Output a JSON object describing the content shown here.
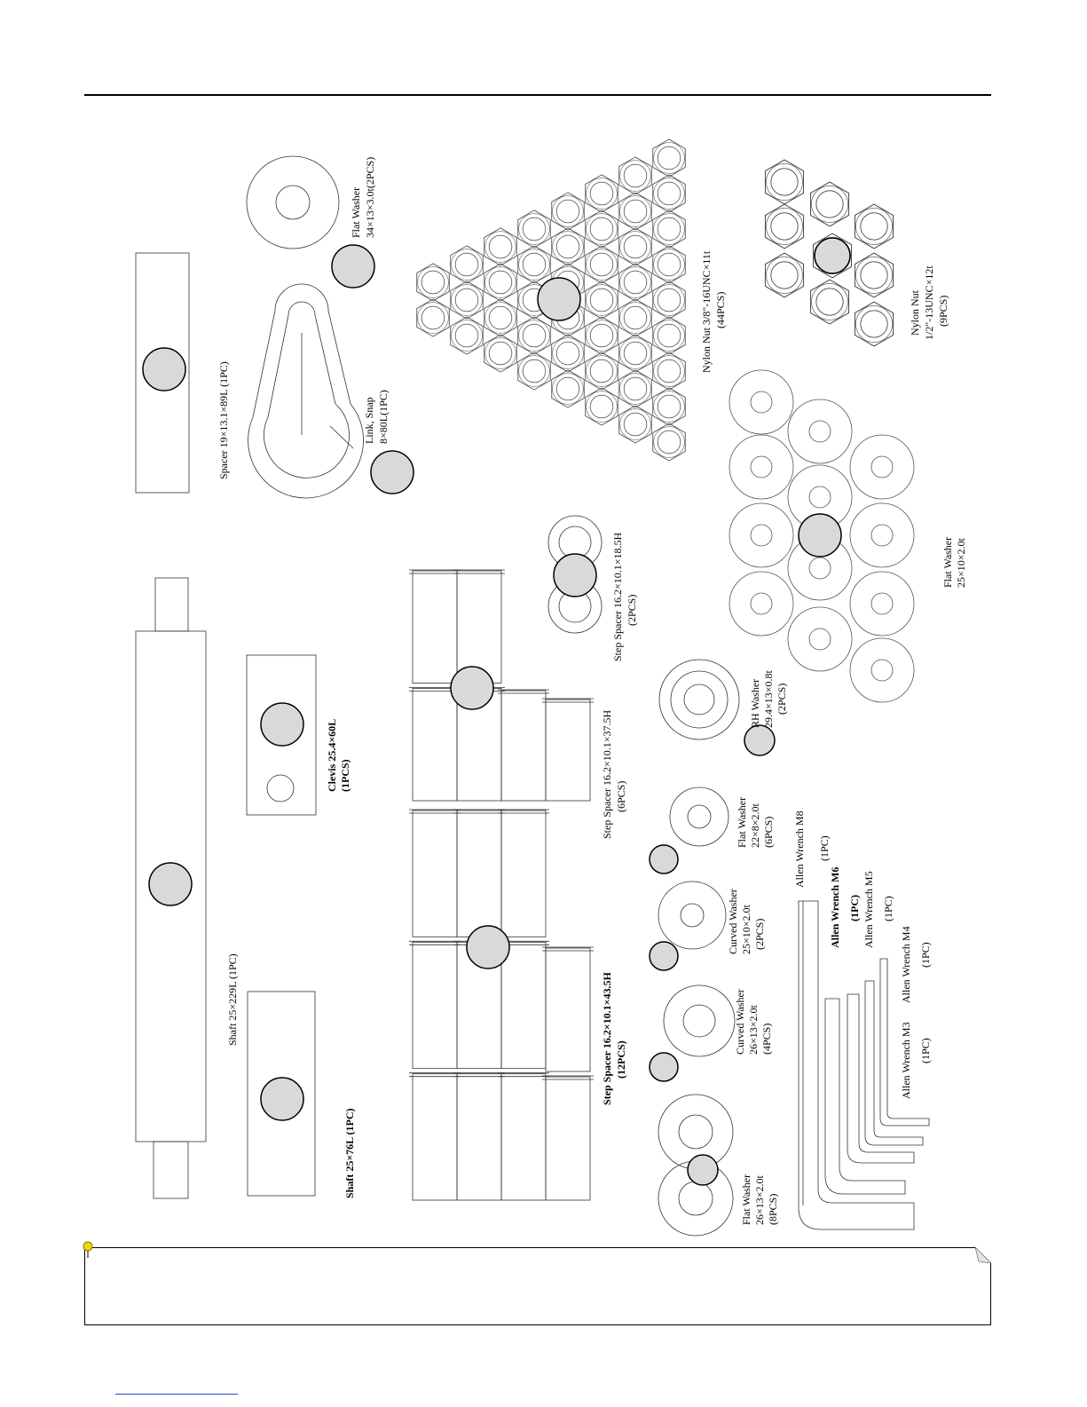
{
  "parts": [
    {
      "id": "shaft-long",
      "name": "Shaft 25×229L (1PC)"
    },
    {
      "id": "shaft-short",
      "name": "Shaft 25×76L (1PC)"
    },
    {
      "id": "spacer",
      "name": "Spacer 19×13.1×89L (1PC)"
    },
    {
      "id": "link-snap",
      "lines": [
        "Link, Snap",
        "8×80L(1PC)"
      ]
    },
    {
      "id": "flat-washer-34",
      "lines": [
        "Flat Washer",
        "34×13×3.0t(2PCS)"
      ]
    },
    {
      "id": "clevis",
      "lines": [
        "Clevis 25.4×60L",
        "(1PCS)"
      ]
    },
    {
      "id": "step-spacer-43",
      "lines": [
        "Step Spacer 16.2×10.1×43.5H",
        "(12PCS)"
      ]
    },
    {
      "id": "step-spacer-37",
      "lines": [
        "Step Spacer 16.2×10.1×37.5H",
        "(6PCS)"
      ]
    },
    {
      "id": "step-spacer-18",
      "lines": [
        "Step Spacer 16.2×10.1×18.5H",
        "(2PCS)"
      ]
    },
    {
      "id": "nylon-nut-38",
      "lines": [
        "Nylon Nut 3/8\"-16UNC×11t",
        "(44PCS)"
      ]
    },
    {
      "id": "nylon-nut-12",
      "lines": [
        "Nylon Nut",
        "1/2\"-13UNC×12t",
        "(9PCS)"
      ]
    },
    {
      "id": "flat-washer-25",
      "lines": [
        "Flat Washer",
        "25×10×2.0t"
      ]
    },
    {
      "id": "rh-washer",
      "lines": [
        "RH Washer",
        "29.4×13×0.8t",
        "(2PCS)"
      ]
    },
    {
      "id": "flat-washer-22",
      "lines": [
        "Flat Washer",
        "22×8×2.0t",
        "(6PCS)"
      ]
    },
    {
      "id": "curved-washer-25",
      "lines": [
        "Curved Washer",
        "25×10×2.0t",
        "(2PCS)"
      ]
    },
    {
      "id": "curved-washer-26",
      "lines": [
        "Curved Washer",
        "26×13×2.0t",
        "(4PCS)"
      ]
    },
    {
      "id": "flat-washer-26",
      "lines": [
        "Flat Washer",
        "26×13×2.0t",
        "(8PCS)"
      ]
    },
    {
      "id": "allen-m8",
      "lines": [
        "Allen Wrench M8",
        "(1PC)"
      ]
    },
    {
      "id": "allen-m6",
      "lines": [
        "Allen Wrench M6",
        "(1PC)"
      ]
    },
    {
      "id": "allen-m5",
      "lines": [
        "Allen Wrench M5",
        "(1PC)"
      ]
    },
    {
      "id": "allen-m4",
      "lines": [
        "Allen Wrench M4",
        "(1PC)"
      ]
    },
    {
      "id": "allen-m3",
      "lines": [
        "Allen Wrench M3",
        "(1PC)"
      ]
    }
  ]
}
